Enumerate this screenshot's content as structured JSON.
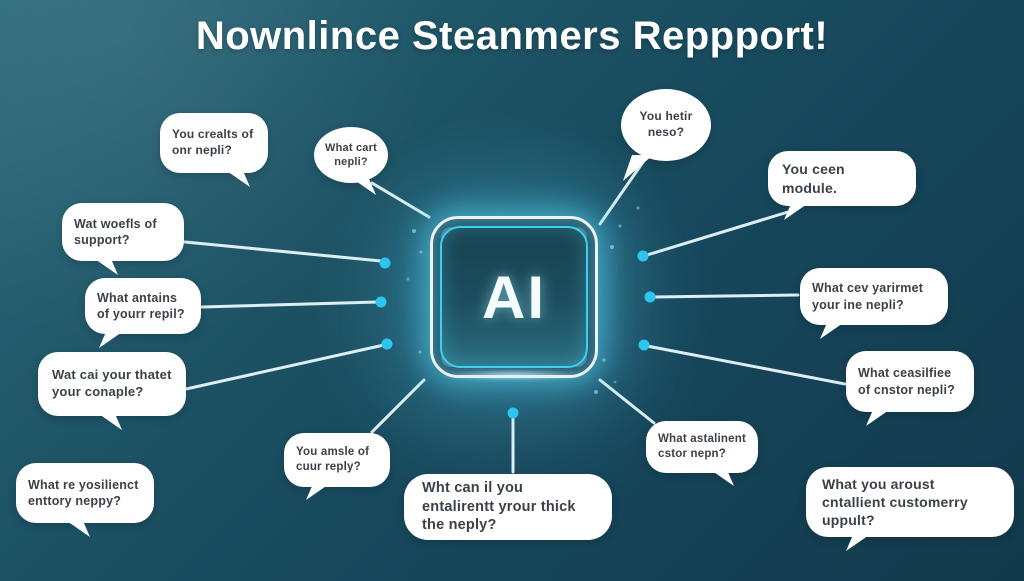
{
  "title": "Nownlince Steanmers Reppport!",
  "center_chip": {
    "label": "AI"
  },
  "bubbles": [
    {
      "text": "You crealts of onr nepli?"
    },
    {
      "text": "What cart nepli?"
    },
    {
      "text": "Wat woefls of support?"
    },
    {
      "text": "What antains of yourr repil?"
    },
    {
      "text": "Wat cai your thatet your conaple?"
    },
    {
      "text": "What re yosilienct enttory neppy?"
    },
    {
      "text": "You amsle of cuur reply?"
    },
    {
      "text": "Wht can il you entalirentt yrour thick the neply?"
    },
    {
      "text": "What astalinent cstor nepn?"
    },
    {
      "text": "You hetir neso?"
    },
    {
      "text": "You ceen module."
    },
    {
      "text": "What cev yarirmet your ine nepli?"
    },
    {
      "text": "What ceasilfiee of cnstor nepli?"
    },
    {
      "text": "What you aroust cntallient customerry uppult?"
    }
  ],
  "colors": {
    "background_light": "#2e6c7d",
    "background_dark": "#123a4c",
    "accent_glow": "#39d2ee",
    "connector_line": "#e9f8fc",
    "connector_dot": "#2cc6ee",
    "bubble_fill": "#ffffff",
    "bubble_text": "#3b4149",
    "title_text": "#ffffff"
  }
}
